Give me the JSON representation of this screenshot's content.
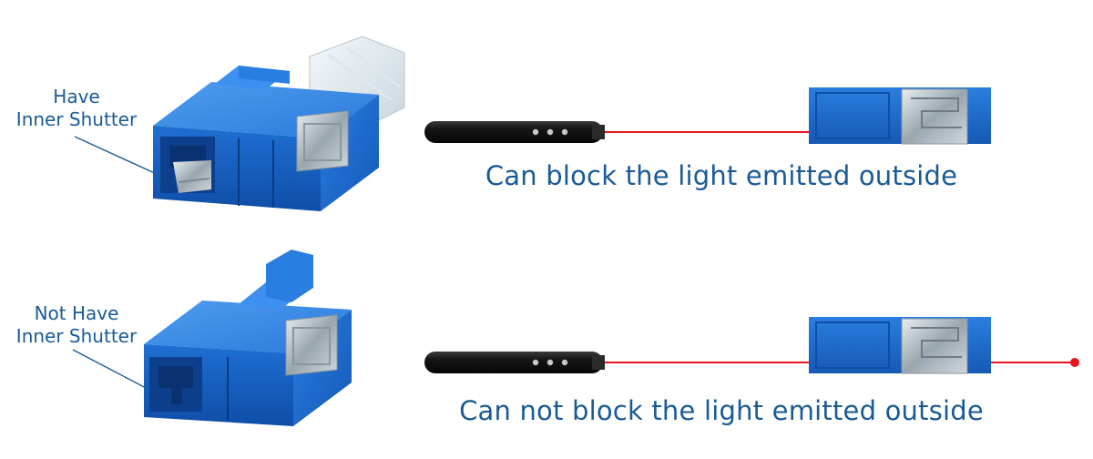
{
  "rows": [
    {
      "callout_line1": "Have",
      "callout_line2": "Inner Shutter",
      "caption": "Can block the light emitted outside",
      "shutter": true
    },
    {
      "callout_line1": "Not Have",
      "callout_line2": "Inner Shutter",
      "caption": "Can not block the light emitted outside",
      "shutter": false
    }
  ],
  "colors": {
    "text": "#1a5a96",
    "adapter_blue": "#1a66c8",
    "laser": "#e8141e",
    "pen_body": "#161616"
  }
}
